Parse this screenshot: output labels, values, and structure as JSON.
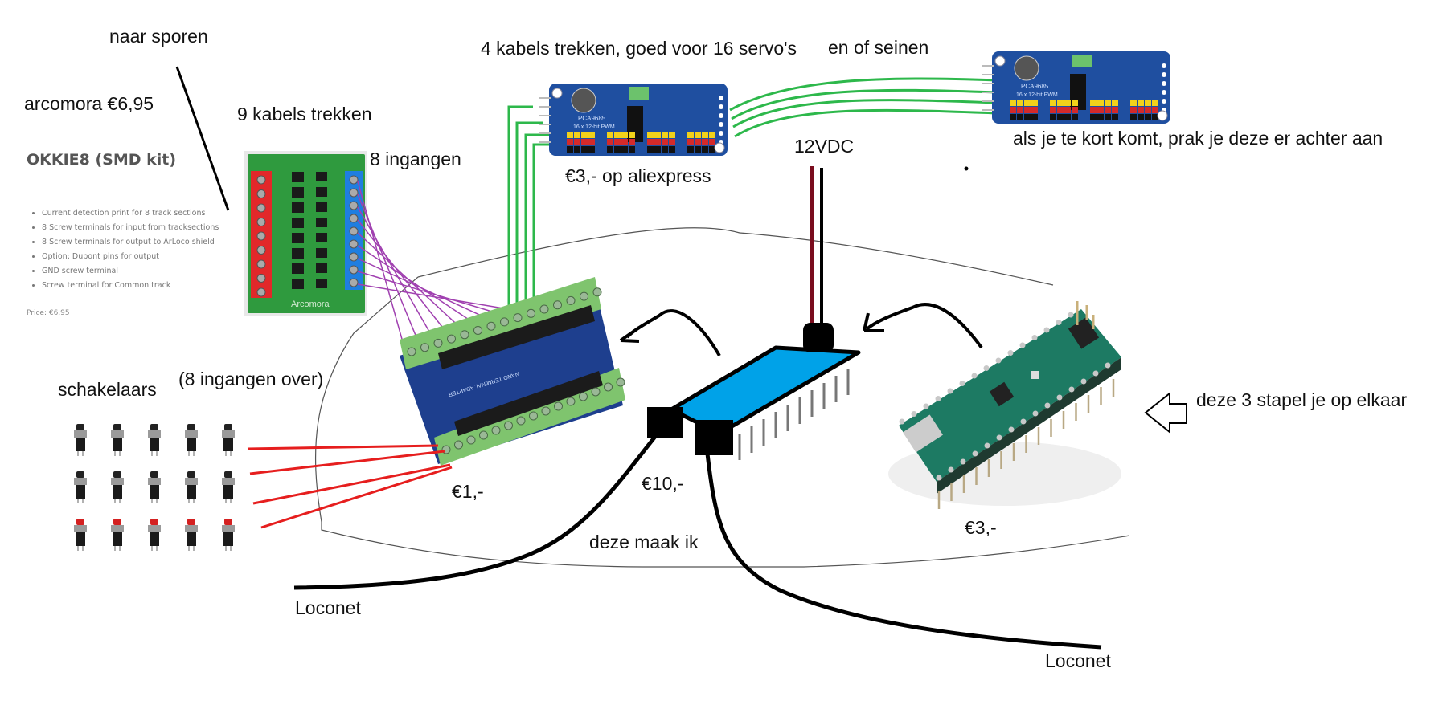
{
  "labels": {
    "naar_sporen": "naar sporen",
    "arcomora_price": "arcomora €6,95",
    "kabels_9": "9 kabels trekken",
    "ingangen_8": "8 ingangen",
    "kabels_4": "4 kabels trekken, goed voor 16 servo's",
    "en_of_seinen": "en of seinen",
    "aliexpress_price": "€3,- op aliexpress",
    "vdc": "12VDC",
    "te_kort": "als je te kort komt, prak je deze er achter aan",
    "schakelaars": "schakelaars",
    "ingangen_over": "(8 ingangen over)",
    "adapter_price": "€1,-",
    "module_price": "€10,-",
    "deze_maak_ik": "deze maak ik",
    "nano_price": "€3,-",
    "stapel": "deze 3 stapel je op elkaar",
    "loconet_left": "Loconet",
    "loconet_right": "Loconet"
  },
  "okkie": {
    "title": "OKKIE8 (SMD kit)",
    "features": [
      "Current detection print for 8 track sections",
      "8 Screw terminals for input from tracksections",
      "8 Screw terminals for output to ArLoco shield",
      "Option: Dupont pins for output",
      "GND screw terminal",
      "Screw terminal for Common track"
    ],
    "price": "Price: €6,95",
    "board_brand": "Arcomora"
  },
  "boards": {
    "pca_chip": "PCA9685",
    "pca_sub": "16 x 12-bit PWM",
    "adapter_text": "NANO TERMINAL ADAPTER"
  },
  "switches": {
    "rows": [
      {
        "cap_color": "#222222",
        "count": 5
      },
      {
        "cap_color": "#222222",
        "count": 5
      },
      {
        "cap_color": "#d42020",
        "count": 5
      }
    ]
  },
  "colors": {
    "green_wire": "#2db84b",
    "purple_wire": "#a040b0",
    "red_wire": "#e61e1e",
    "dc_red": "#7a0d1e",
    "module_blue": "#00a2e8",
    "pcb_blue": "#1f4fa0",
    "terminal_green": "#7fc46e",
    "arcomora_green": "#2f9a3e",
    "nano_green": "#1d7a63"
  }
}
